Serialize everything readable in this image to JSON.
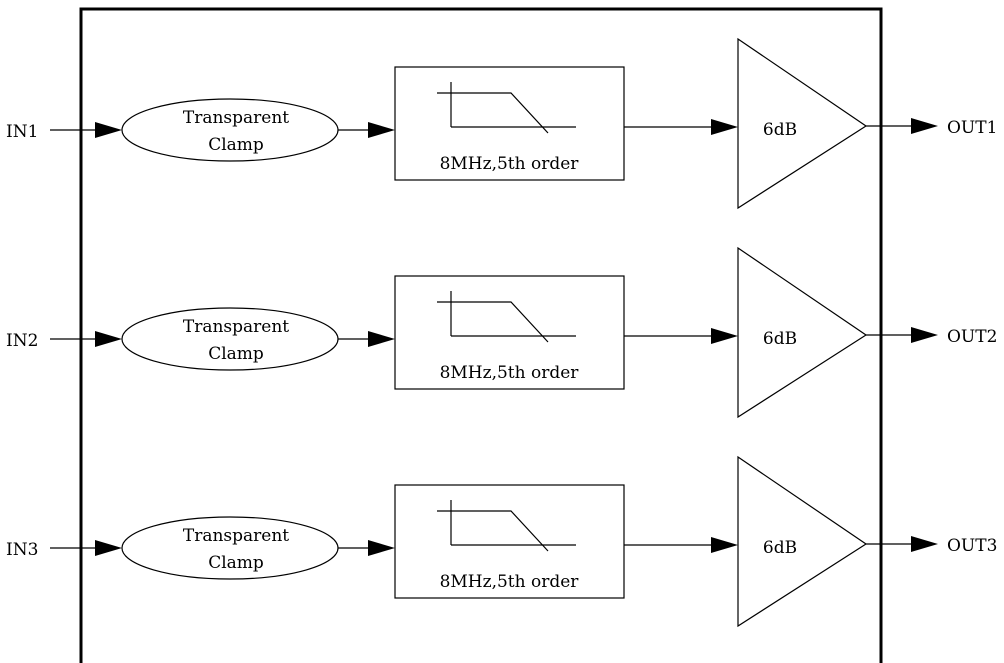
{
  "channels": [
    {
      "input": "IN1",
      "clamp_line1": "Transparent",
      "clamp_line2": "Clamp",
      "filter": "8MHz,5th order",
      "gain": "6dB",
      "output": "OUT1"
    },
    {
      "input": "IN2",
      "clamp_line1": "Transparent",
      "clamp_line2": "Clamp",
      "filter": "8MHz,5th order",
      "gain": "6dB",
      "output": "OUT2"
    },
    {
      "input": "IN3",
      "clamp_line1": "Transparent",
      "clamp_line2": "Clamp",
      "filter": "8MHz,5th order",
      "gain": "6dB",
      "output": "OUT3"
    }
  ]
}
